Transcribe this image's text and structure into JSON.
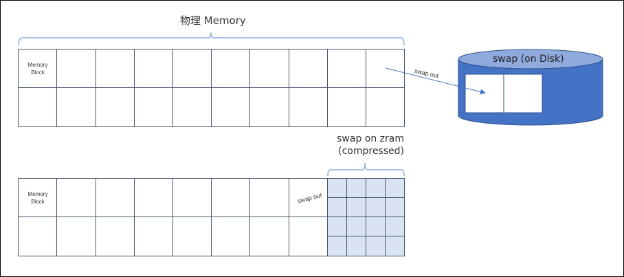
{
  "physical_memory": {
    "title": "物理 Memory",
    "block_label_line1": "Memory",
    "block_label_line2": "Block",
    "columns": 10,
    "rows": 2
  },
  "swap_disk": {
    "title": "swap (on Disk)",
    "arrow_label": "swap out",
    "slots": 2,
    "fill_color": "#4472c4",
    "top_color": "#8faadc"
  },
  "zram": {
    "title_line1": "swap on zram",
    "title_line2": "(compressed)",
    "block_label_line1": "Memory",
    "block_label_line2": "Block",
    "arrow_label": "swap out",
    "columns": 8,
    "compressed_grid": "4x4",
    "compressed_color": "#dae3f3"
  },
  "colors": {
    "grid_line": "#44546a",
    "brace": "#8faadc",
    "arrow": "#4472c4"
  }
}
